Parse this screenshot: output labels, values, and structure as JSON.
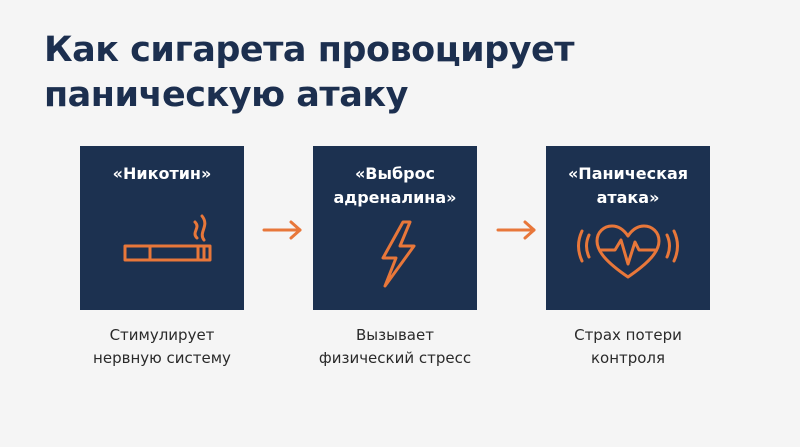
{
  "title": "Как сигарета провоцирует паническую атаку",
  "colors": {
    "background": "#f5f5f5",
    "navy": "#1c3150",
    "accent": "#e8773a"
  },
  "steps": [
    {
      "label_line1": "«Никотин»",
      "label_line2": "",
      "icon": "cigarette-icon",
      "caption_line1": "Стимулирует",
      "caption_line2": "нервную систему"
    },
    {
      "label_line1": "«Выброс",
      "label_line2": "адреналина»",
      "icon": "lightning-bolt-icon",
      "caption_line1": "Вызывает",
      "caption_line2": "физический стресс"
    },
    {
      "label_line1": "«Паническая",
      "label_line2": "атака»",
      "icon": "heartbeat-icon",
      "caption_line1": "Страх потери",
      "caption_line2": "контроля"
    }
  ],
  "connectors": [
    "arrow-right-icon",
    "arrow-right-icon"
  ]
}
